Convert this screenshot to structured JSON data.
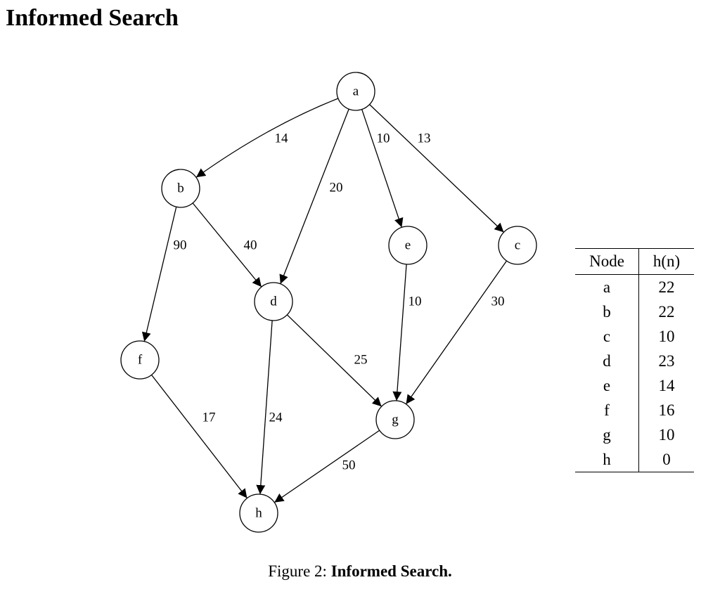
{
  "title": "Informed Search",
  "graph": {
    "nodes": [
      {
        "id": "a",
        "label": "a"
      },
      {
        "id": "b",
        "label": "b"
      },
      {
        "id": "e",
        "label": "e"
      },
      {
        "id": "c",
        "label": "c"
      },
      {
        "id": "d",
        "label": "d"
      },
      {
        "id": "f",
        "label": "f"
      },
      {
        "id": "g",
        "label": "g"
      },
      {
        "id": "h",
        "label": "h"
      }
    ],
    "edges": [
      {
        "from": "a",
        "to": "b",
        "label": "14"
      },
      {
        "from": "a",
        "to": "d",
        "label": "20"
      },
      {
        "from": "a",
        "to": "e",
        "label": "10"
      },
      {
        "from": "a",
        "to": "c",
        "label": "13"
      },
      {
        "from": "b",
        "to": "f",
        "label": "90"
      },
      {
        "from": "b",
        "to": "d",
        "label": "40"
      },
      {
        "from": "e",
        "to": "g",
        "label": "10"
      },
      {
        "from": "c",
        "to": "g",
        "label": "30"
      },
      {
        "from": "d",
        "to": "g",
        "label": "25"
      },
      {
        "from": "d",
        "to": "h",
        "label": "24"
      },
      {
        "from": "f",
        "to": "h",
        "label": "17"
      },
      {
        "from": "g",
        "to": "h",
        "label": "50"
      }
    ]
  },
  "heuristic_table": {
    "headers": [
      "Node",
      "h(n)"
    ],
    "rows": [
      [
        "a",
        "22"
      ],
      [
        "b",
        "22"
      ],
      [
        "c",
        "10"
      ],
      [
        "d",
        "23"
      ],
      [
        "e",
        "14"
      ],
      [
        "f",
        "16"
      ],
      [
        "g",
        "10"
      ],
      [
        "h",
        "0"
      ]
    ]
  },
  "caption": {
    "prefix": "Figure 2:",
    "text": "Informed Search."
  }
}
